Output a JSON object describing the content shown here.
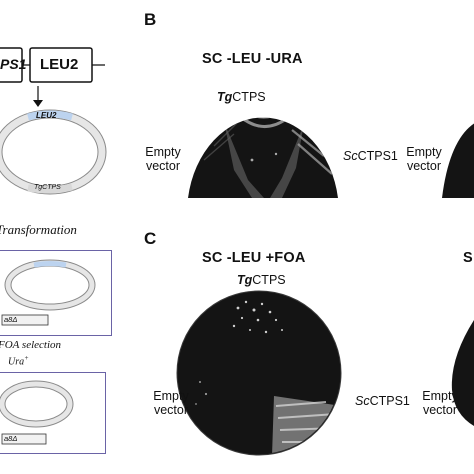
{
  "panel_a": {
    "gene_boxes": [
      {
        "label": "PS1",
        "italic": true
      },
      {
        "label": "LEU2",
        "italic": false
      }
    ],
    "plasmid_marker": "LEU2",
    "plasmid_gene": "TgCTPS",
    "step1": "Transformation",
    "step2_line1": "FOA selection",
    "step2_line2": "Ura",
    "step2_sup": "+",
    "chromo_label_1": "a8Δ",
    "chromo_label_2": "a8Δ"
  },
  "panel_b": {
    "letter": "B",
    "condition": "SC -LEU -URA",
    "top_label": {
      "prefix": "Tg",
      "suffix": "CTPS"
    },
    "left_label": {
      "line1": "Empty",
      "line2": "vector"
    },
    "right_label": {
      "prefix": "Sc",
      "suffix": "CTPS1"
    },
    "right_plate_label": {
      "line1": "Empty",
      "line2": "vector"
    }
  },
  "panel_c": {
    "letter": "C",
    "condition": "SC -LEU +FOA",
    "top_label": {
      "prefix": "Tg",
      "suffix": "CTPS"
    },
    "left_label": {
      "line1": "Empty",
      "line2": "vector"
    },
    "right_label": {
      "prefix": "Sc",
      "suffix": "CTPS1"
    },
    "right_plate_label": {
      "line1": "Empty",
      "line2": "vector"
    },
    "right_condition_fragment": "S"
  },
  "colors": {
    "plate": "#141414",
    "growth": "#cfcfcf",
    "box_border": "#6a63a6",
    "plasmid_ring": "#e6e6e6",
    "leu2_band": "#bcd3ef"
  }
}
